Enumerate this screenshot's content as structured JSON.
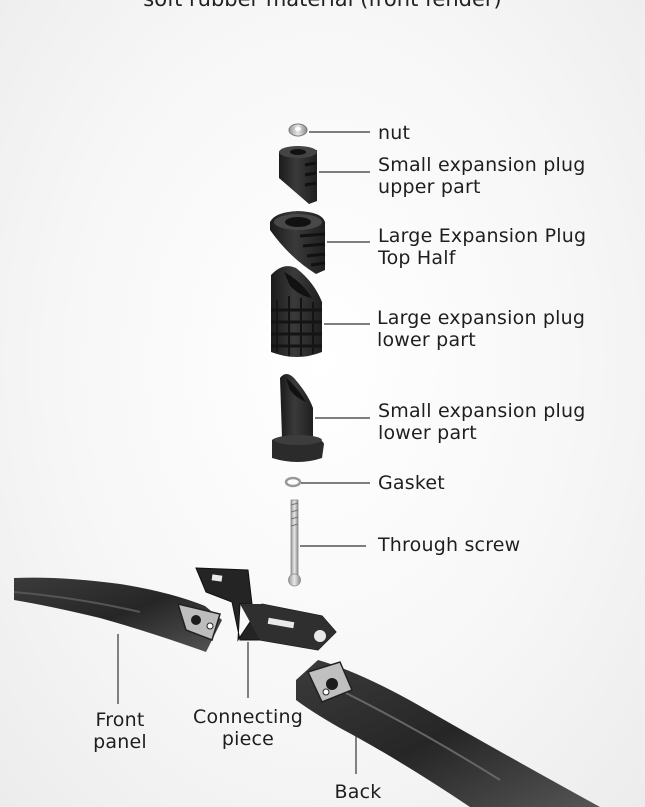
{
  "title": "soft rubber material (front fender)",
  "parts": {
    "nut": {
      "lines": [
        "nut"
      ]
    },
    "small_plug_upper": {
      "lines": [
        "Small expansion plug",
        "upper part"
      ]
    },
    "large_plug_top": {
      "lines": [
        "Large Expansion Plug",
        "Top Half"
      ]
    },
    "large_plug_lower": {
      "lines": [
        "Large expansion plug",
        "lower part"
      ]
    },
    "small_plug_lower": {
      "lines": [
        "Small expansion plug",
        "lower part"
      ]
    },
    "gasket": {
      "lines": [
        "Gasket"
      ]
    },
    "through_screw": {
      "lines": [
        "Through screw"
      ]
    },
    "front_panel": {
      "lines": [
        "Front",
        "panel"
      ]
    },
    "connecting_piece": {
      "lines": [
        "Connecting",
        "piece"
      ]
    },
    "back": {
      "lines": [
        "Back"
      ]
    }
  },
  "colors": {
    "part": "#2a2a2a",
    "part_highlight": "#555555",
    "leader": "#333333",
    "text": "#1e1e1e"
  }
}
